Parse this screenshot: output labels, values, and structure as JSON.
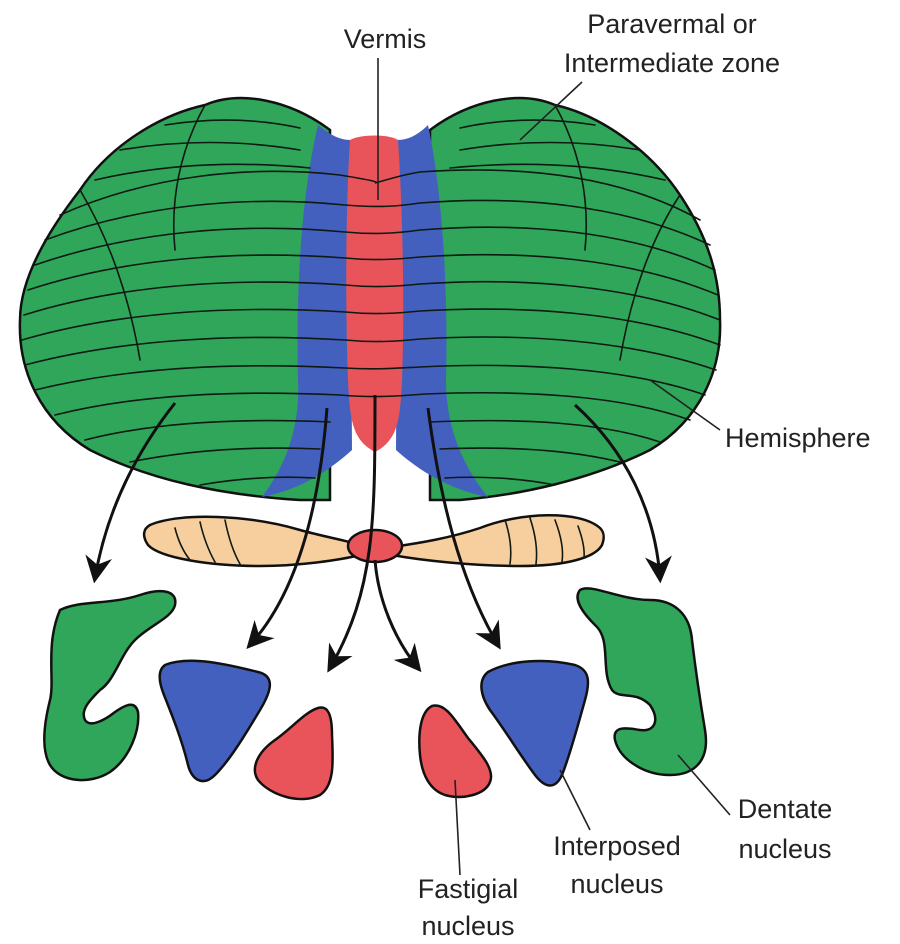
{
  "colors": {
    "hemisphere": "#2fa65a",
    "paravermal": "#4460bf",
    "vermis": "#e8545a",
    "flocculonodular": "#f7cf9e",
    "outline": "#111111"
  },
  "labels": {
    "vermis": "Vermis",
    "paravermal_line1": "Paravermal or",
    "paravermal_line2": "Intermediate zone",
    "hemisphere": "Hemisphere",
    "dentate_line1": "Dentate",
    "dentate_line2": "nucleus",
    "interposed_line1": "Interposed",
    "interposed_line2": "nucleus",
    "fastigial_line1": "Fastigial",
    "fastigial_line2": "nucleus"
  }
}
